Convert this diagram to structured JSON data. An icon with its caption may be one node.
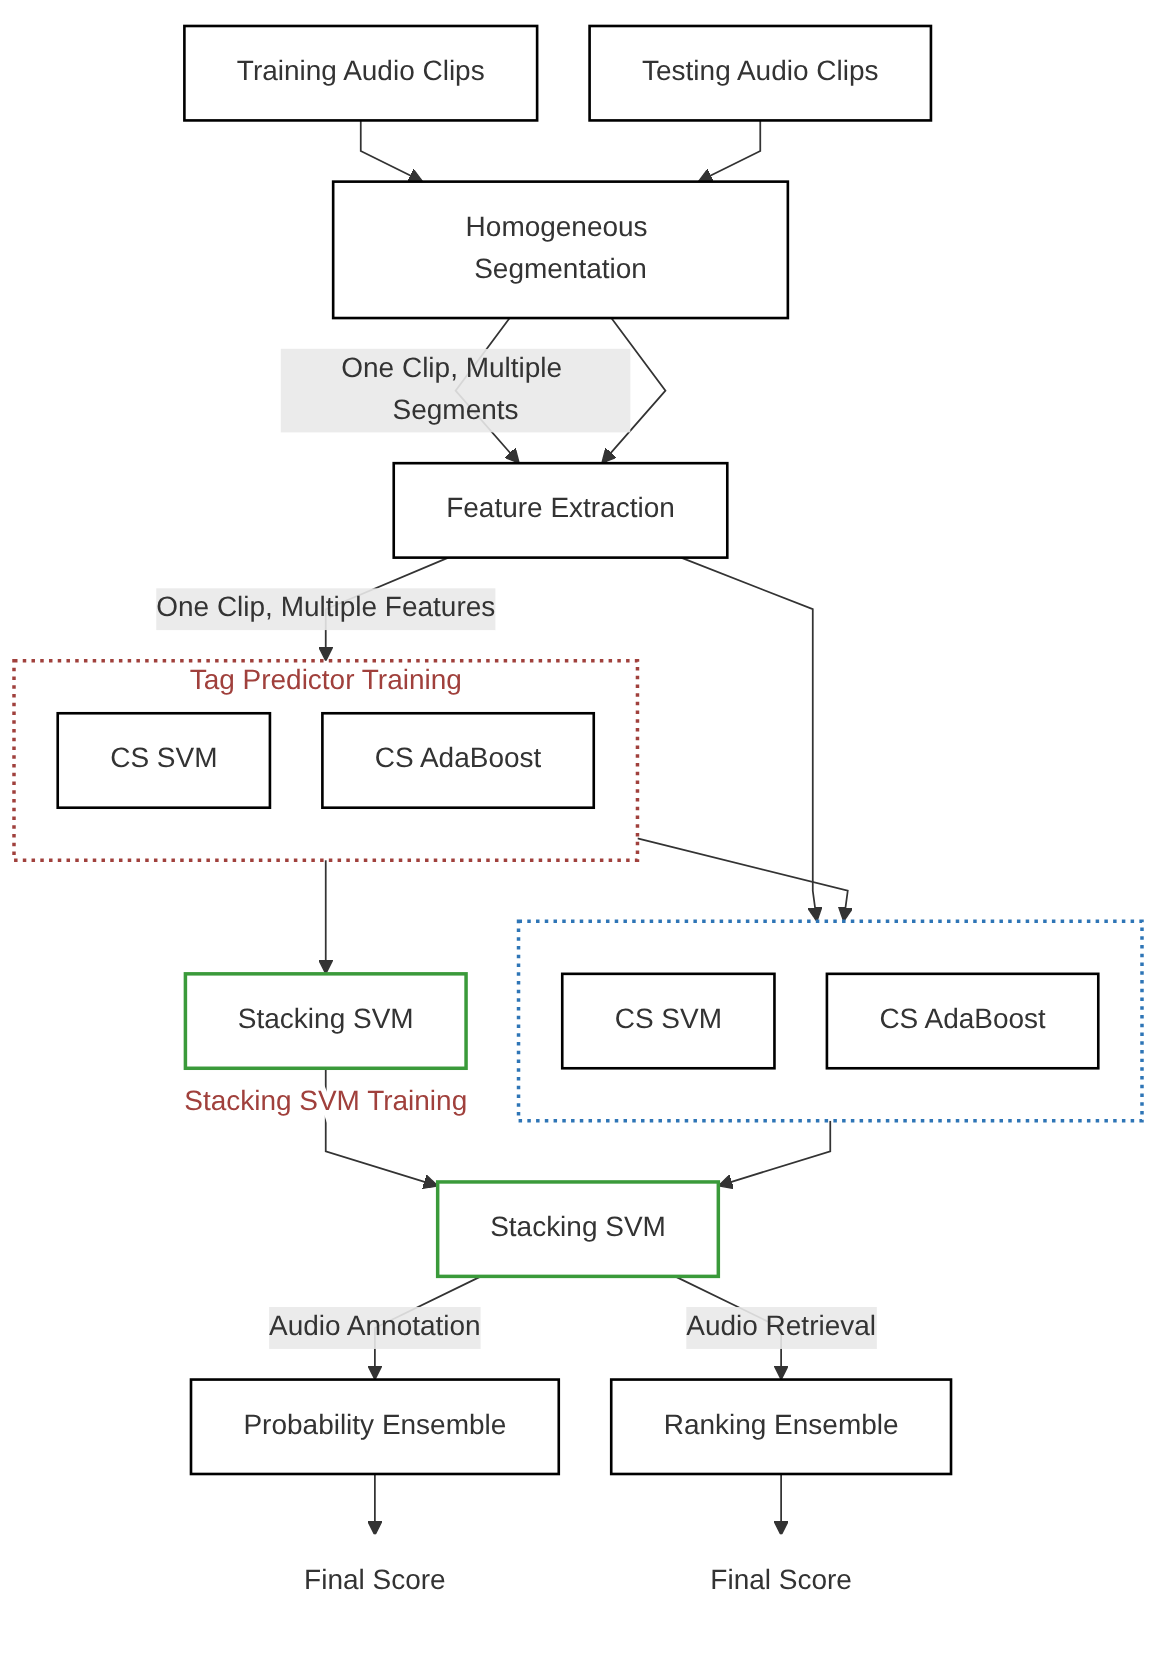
{
  "diagram": {
    "nodes": [
      {
        "text": [
          "Training Audio Clips"
        ]
      },
      {
        "text": [
          "Testing Audio Clips"
        ]
      },
      {
        "text": [
          "Homogeneous Segmentation"
        ]
      },
      {
        "text": [
          "Feature Extraction"
        ]
      },
      {
        "text": [
          "Tag Predictor Training"
        ]
      },
      {
        "text": [
          "CS SVM"
        ],
        "in": 4
      },
      {
        "text": [
          "CS AdaBoost"
        ],
        "in": 4
      },
      {
        "text": [],
        "shape": "box"
      },
      {
        "text": [
          "CS SVM"
        ],
        "in": 7
      },
      {
        "text": [
          "CS AdaBoost"
        ],
        "in": 7
      },
      {
        "text": [
          "Stacking SVM"
        ],
        "beside": [
          "Stacking SVM Training"
        ]
      },
      {
        "text": [
          "Stacking SVM"
        ]
      },
      {
        "text": [
          "Probability Ensemble"
        ]
      },
      {
        "text": [
          "Ranking Ensemble"
        ]
      },
      {
        "text": [
          "Final Score"
        ]
      },
      {
        "text": [
          "Final Score"
        ]
      }
    ],
    "edges": [
      {
        "from": 0,
        "to": 2,
        "arrow": "to"
      },
      {
        "from": 1,
        "to": 2,
        "arrow": "to"
      },
      {
        "from": 2,
        "to": 3,
        "arrow": "to",
        "label": "One Clip, Multiple Segments"
      },
      {
        "from": 2,
        "to": 3,
        "arrow": "to"
      },
      {
        "from": 3,
        "to": 4,
        "arrow": "to",
        "label": "One Clip, Multiple Features"
      },
      {
        "from": 3,
        "to": 7,
        "arrow": "to"
      },
      {
        "from": 4,
        "to": 7,
        "arrow": "to"
      },
      {
        "from": 4,
        "to": 10,
        "arrow": "to"
      },
      {
        "from": 7,
        "to": 11,
        "arrow": "to"
      },
      {
        "from": 10,
        "to": 11,
        "arrow": "to"
      },
      {
        "from": 11,
        "to": 12,
        "arrow": "to",
        "label": "Audio Annotation"
      },
      {
        "from": 11,
        "to": 13,
        "arrow": "to",
        "label": "Audio Retrieval"
      },
      {
        "from": 12,
        "to": 14,
        "arrow": "to"
      },
      {
        "from": 13,
        "to": 15,
        "arrow": "to"
      }
    ]
  }
}
